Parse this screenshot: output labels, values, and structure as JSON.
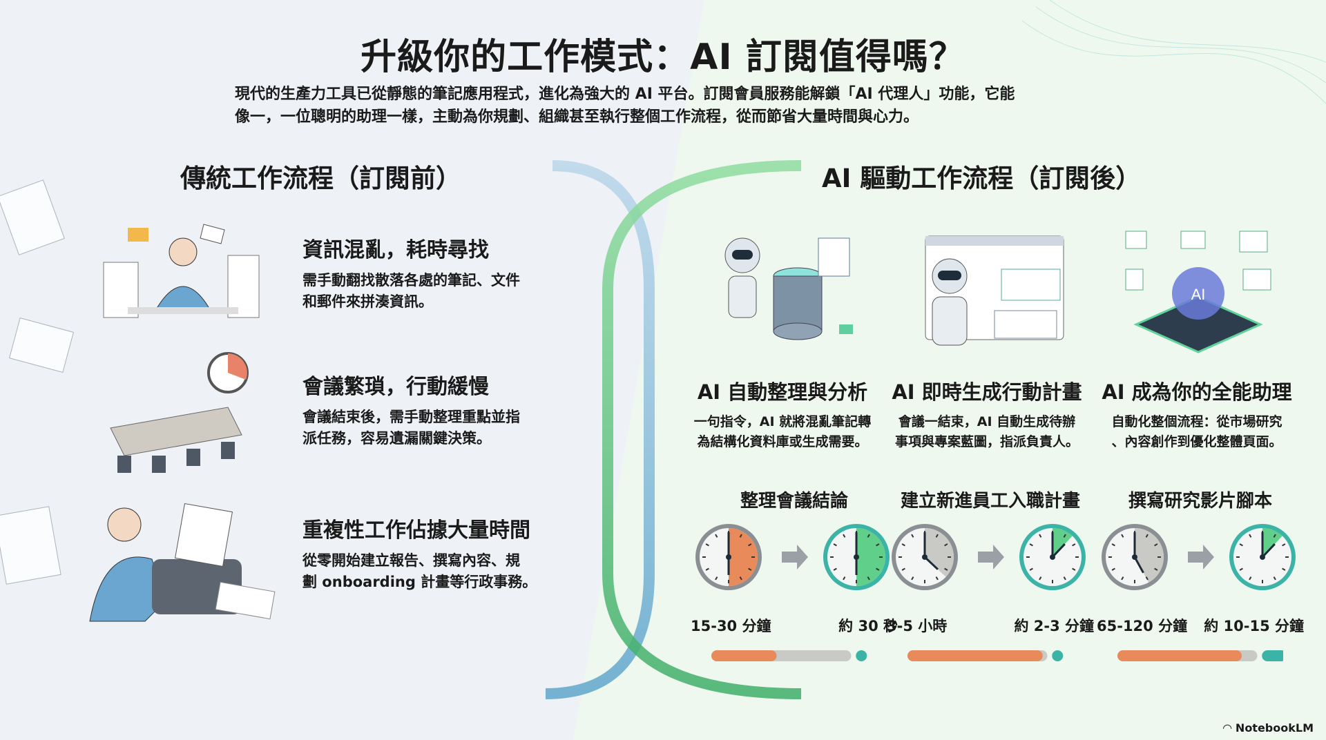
{
  "title": "升級你的工作模式：AI 訂閱值得嗎？",
  "intro": [
    "現代的生產力工具已從靜態的筆記應用程式，進化為強大的 AI 平台。訂閱會員服務能解鎖「AI 代理人」功能，它能",
    "像一，一位聰明的助理一樣，主動為你規劃、組織甚至執行整個工作流程，從而節省大量時間與心力。"
  ],
  "left": {
    "heading": "傳統工作流程（訂閱前）",
    "items": [
      {
        "title": "資訊混亂，耗時尋找",
        "desc": [
          "需手動翻找散落各處的筆記、文件",
          "和郵件來拼湊資訊。"
        ],
        "icon": "stressed-person-icon"
      },
      {
        "title": "會議繁瑣，行動緩慢",
        "desc": [
          "會議結束後，需手動整理重點並指",
          "派任務，容易遺漏關鍵決策。"
        ],
        "icon": "meeting-table-icon"
      },
      {
        "title": "重複性工作佔據大量時間",
        "desc": [
          "從零開始建立報告、撰寫內容、規",
          "劃 onboarding 計畫等行政事務。"
        ],
        "icon": "typewriter-icon"
      }
    ]
  },
  "right": {
    "heading": "AI 驅動工作流程（訂閱後）",
    "cards": [
      {
        "title": "AI 自動整理與分析",
        "desc": [
          "一句指令，AI 就將混亂筆記轉",
          "為結構化資料庫或生成需要。"
        ],
        "icon": "robot-database-icon"
      },
      {
        "title": "AI 即時生成行動計畫",
        "desc": [
          "會議一結束，AI 自動生成待辦",
          "事項與專案藍圖，指派負責人。"
        ],
        "icon": "robot-dashboard-icon"
      },
      {
        "title": "AI 成為你的全能助理",
        "desc": [
          "自動化整個流程：從市場研究",
          "、內容創作到優化整體頁面。"
        ],
        "icon": "ai-chip-workflow-icon"
      }
    ]
  },
  "comparisons": [
    {
      "title": "整理會議結論",
      "before": "15-30 分鐘",
      "after": "約 30 秒",
      "before_fill": 0.5,
      "after_fill": 0.5,
      "bar_before": 0.42,
      "bar_after": 0.06
    },
    {
      "title": "建立新進員工入職計畫",
      "before": "3-5 小時",
      "after": "約 2-3 分鐘",
      "before_fill": 0.37,
      "after_fill": 0.12,
      "bar_before": 0.87,
      "bar_after": 0.06
    },
    {
      "title": "撰寫研究影片腳本",
      "before": "65-120 分鐘",
      "after": "約 10-15 分鐘",
      "before_fill": 0.42,
      "after_fill": 0.12,
      "bar_before": 0.8,
      "bar_after": 0.16
    }
  ],
  "colors": {
    "orange": "#e88a5a",
    "green": "#5fcf8a",
    "teal": "#3bb3a6",
    "grey": "#c9c9c5",
    "blue_arc": "#7fb6d8",
    "green_arc": "#58c07a"
  },
  "brand": "NotebookLM"
}
